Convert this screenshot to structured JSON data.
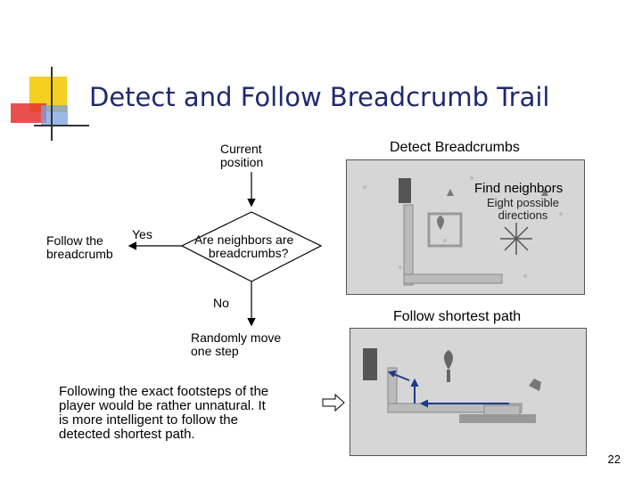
{
  "slide": {
    "title": "Detect and Follow Breadcrumb Trail",
    "page_number": "22",
    "accent_colors": {
      "title": "#1f2a6e",
      "deco_yellow": "#f5d020",
      "deco_red": "#e63030",
      "deco_blue": "#7aa0e0"
    }
  },
  "flowchart": {
    "current_position": [
      "Current",
      "position"
    ],
    "decision": [
      "Are neighbors are",
      "breadcrumbs?"
    ],
    "yes_label": "Yes",
    "no_label": "No",
    "follow": [
      "Follow the",
      "breadcrumb"
    ],
    "random_move": [
      "Randomly move",
      "one step"
    ]
  },
  "panels": {
    "detect_header": "Detect Breadcrumbs",
    "find_neighbors": "Find neighbors",
    "eight_directions": [
      "Eight possible",
      "directions"
    ],
    "shortest_header": "Follow shortest path"
  },
  "note": {
    "lines": [
      "Following the exact footsteps of the",
      "player would be rather unnatural. It",
      "is more intelligent to follow the",
      "detected shortest path."
    ]
  }
}
